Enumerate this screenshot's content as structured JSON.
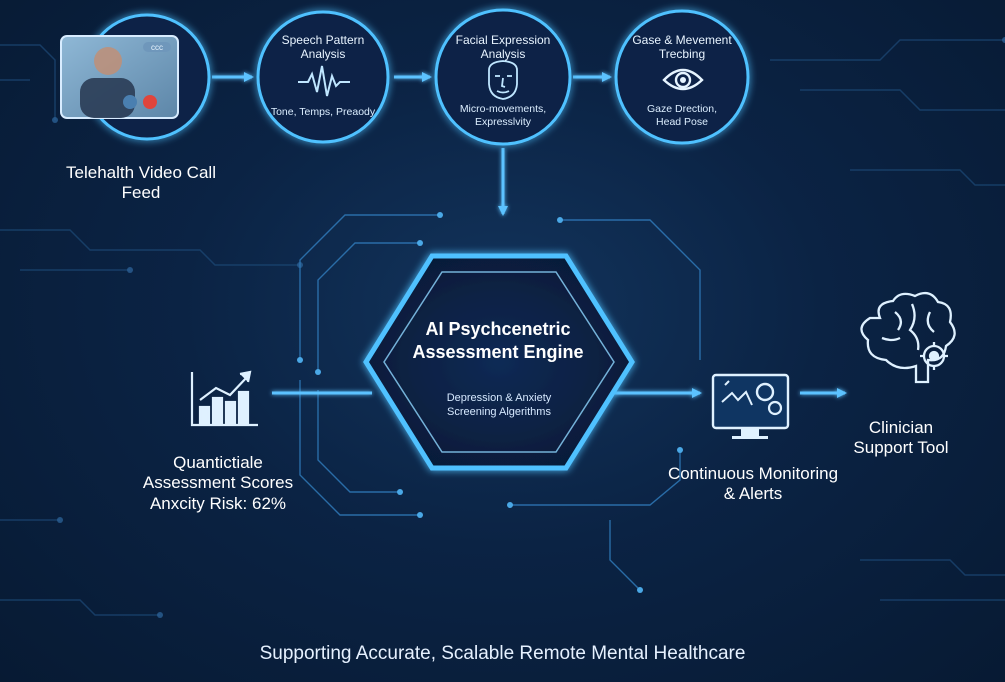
{
  "nodes": {
    "video": {
      "label": "Telehalth Video Call Feed",
      "badge": "ccc"
    },
    "speech": {
      "title": "Speech Pattern Analysis",
      "sub": "Tone, Temps, Preaody"
    },
    "facial": {
      "title": "Facial Expression Analysis",
      "sub": "Micro-movements, Expresslvity"
    },
    "gaze": {
      "title": "Gase & Mevement Trecbing",
      "sub": "Gaze Drection, Head Pose"
    }
  },
  "engine": {
    "title": "AI Psychcenetric Assessment Engine",
    "sub": "Depression & Anxiety Screening Algerithms"
  },
  "outputs": {
    "scores": {
      "title": "Quantictiale Assessment Scores",
      "risk": "Anxcity Risk: 62%"
    },
    "monitoring": {
      "title": "Continuous Monitoring & Alerts"
    },
    "clinician": {
      "title": "Clinician Support Tool"
    }
  },
  "footer": {
    "tagline": "Supporting Accurate, Scalable Remote Mental Healthcare"
  },
  "colors": {
    "glow": "#3fb6ff",
    "line": "#4aa8e6",
    "accent_red": "#e0453c",
    "background": "#0b2344"
  }
}
